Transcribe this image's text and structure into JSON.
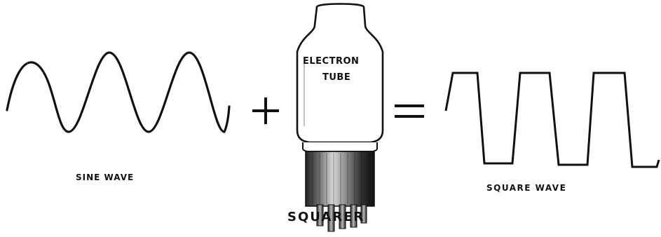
{
  "diagram": {
    "sine_wave_label": "SINE WAVE",
    "tube_label_line1": "ELECTRON",
    "tube_label_line2": "TUBE",
    "squarer_label": "SQUARER",
    "square_wave_label": "SQUARE WAVE",
    "plus_symbol": "+",
    "equals_symbol": "="
  },
  "colors": {
    "ink": "#111111",
    "background": "#ffffff"
  }
}
